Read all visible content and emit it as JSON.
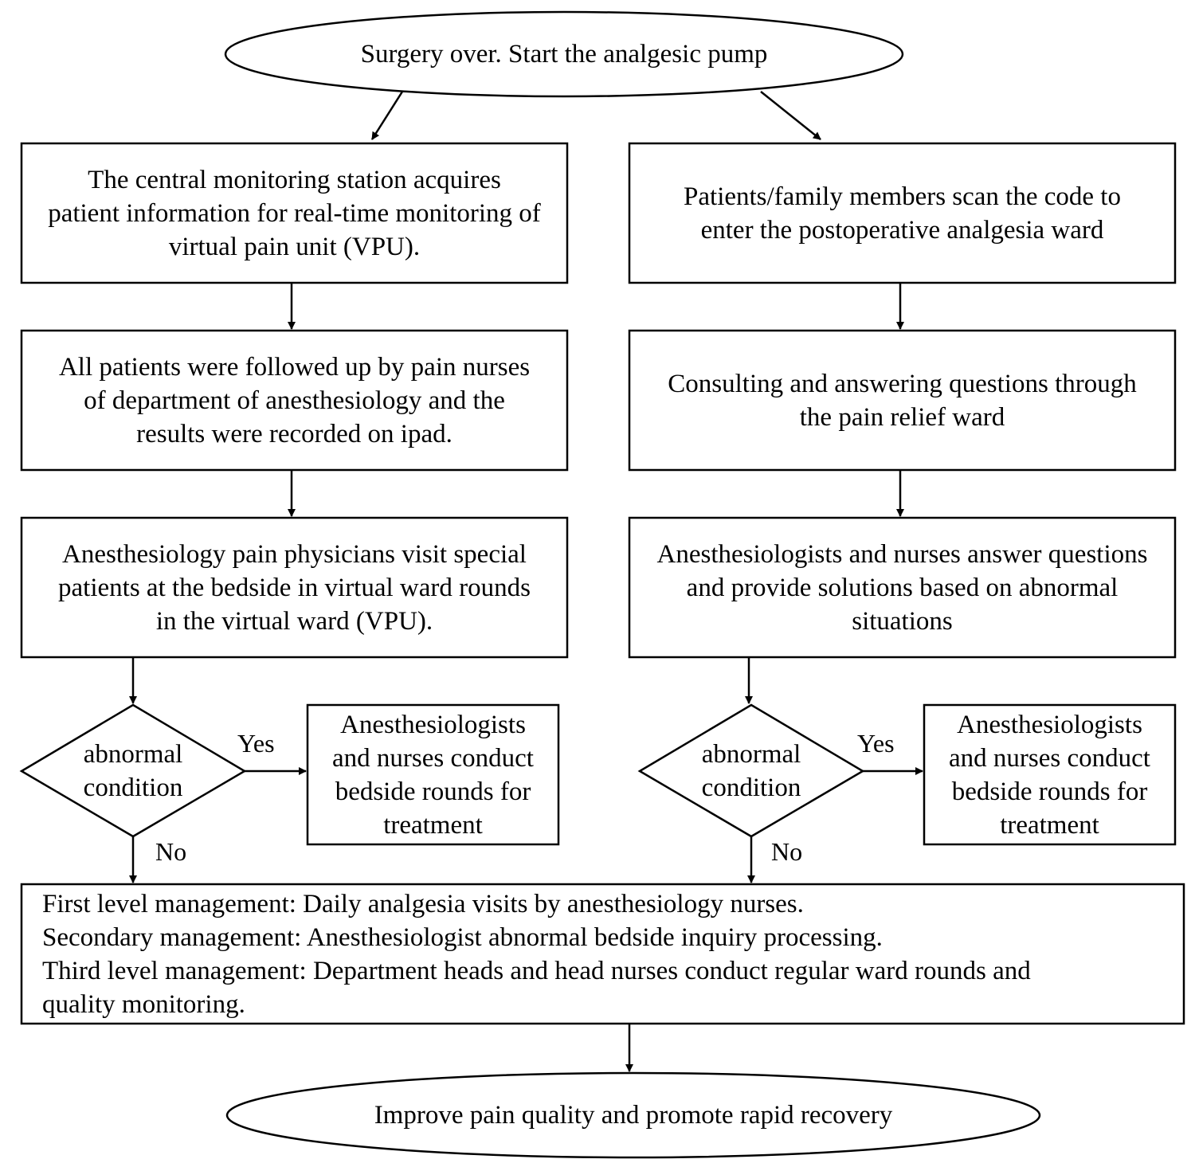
{
  "start_node": "Surgery over. Start the analgesic pump",
  "end_node": "Improve pain quality and promote rapid recovery",
  "left_branch": {
    "step1": [
      "The central monitoring station acquires",
      "patient information for real-time monitoring of",
      "virtual pain unit (VPU)."
    ],
    "step2": [
      "All patients were followed up by pain nurses",
      "of department of anesthesiology and the",
      "results were recorded on ipad."
    ],
    "step3": [
      "Anesthesiology pain physicians visit special",
      "patients at the bedside in virtual ward rounds",
      "in the virtual ward (VPU)."
    ],
    "decision": [
      "abnormal",
      "condition"
    ],
    "yes_label": "Yes",
    "no_label": "No",
    "yes_action": [
      "Anesthesiologists",
      "and nurses conduct",
      "bedside rounds for",
      "treatment"
    ]
  },
  "right_branch": {
    "step1": [
      "Patients/family members scan the code to",
      "enter the postoperative analgesia ward"
    ],
    "step2": [
      "Consulting and answering questions through",
      "the pain relief ward"
    ],
    "step3": [
      "Anesthesiologists and nurses answer questions",
      "and provide solutions based on abnormal",
      "situations"
    ],
    "decision": [
      "abnormal",
      "condition"
    ],
    "yes_label": "Yes",
    "no_label": "No",
    "yes_action": [
      "Anesthesiologists",
      "and nurses conduct",
      "bedside rounds for",
      "treatment"
    ]
  },
  "management": [
    "First level management: Daily analgesia visits by anesthesiology nurses.",
    "Secondary management: Anesthesiologist abnormal bedside inquiry processing.",
    "Third level management: Department heads and head nurses conduct regular ward rounds and",
    "quality monitoring."
  ]
}
